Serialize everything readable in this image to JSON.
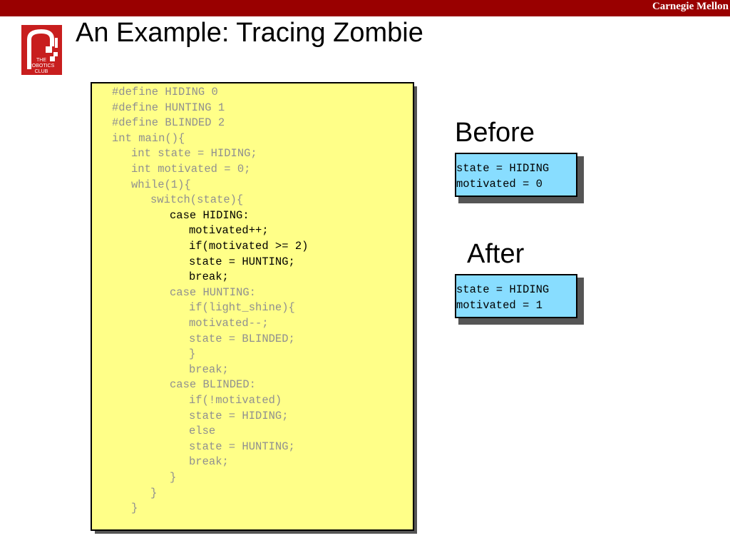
{
  "header": {
    "brand": "Carnegie Mellon",
    "bar_color": "#990000"
  },
  "logo": {
    "icon": "robotics-club-logo",
    "lines": [
      "THE",
      "ROBOTICS",
      "CLUB"
    ]
  },
  "slide": {
    "title": "An Example: Tracing Zombie"
  },
  "code": {
    "background": "#ffff88",
    "lines": [
      {
        "indent": 0,
        "text": "#define HIDING 0",
        "highlight": false
      },
      {
        "indent": 0,
        "text": "#define HUNTING 1",
        "highlight": false
      },
      {
        "indent": 0,
        "text": "#define BLINDED 2",
        "highlight": false
      },
      {
        "indent": 0,
        "text": "int main(){",
        "highlight": false
      },
      {
        "indent": 1,
        "text": "int state = HIDING;",
        "highlight": false
      },
      {
        "indent": 1,
        "text": "int motivated = 0;",
        "highlight": false
      },
      {
        "indent": 1,
        "text": "while(1){",
        "highlight": false
      },
      {
        "indent": 2,
        "text": "switch(state){",
        "highlight": false
      },
      {
        "indent": 3,
        "text": "case HIDING:",
        "highlight": true
      },
      {
        "indent": 4,
        "text": "motivated++;",
        "highlight": true
      },
      {
        "indent": 4,
        "text": "if(motivated >= 2)",
        "highlight": true
      },
      {
        "indent": 4,
        "text": "state = HUNTING;",
        "highlight": true
      },
      {
        "indent": 4,
        "text": "break;",
        "highlight": true
      },
      {
        "indent": 3,
        "text": "case HUNTING:",
        "highlight": false
      },
      {
        "indent": 4,
        "text": "if(light_shine){",
        "highlight": false
      },
      {
        "indent": 4,
        "text": "motivated--;",
        "highlight": false
      },
      {
        "indent": 4,
        "text": "state = BLINDED;",
        "highlight": false
      },
      {
        "indent": 4,
        "text": "}",
        "highlight": false
      },
      {
        "indent": 4,
        "text": "break;",
        "highlight": false
      },
      {
        "indent": 3,
        "text": "case BLINDED:",
        "highlight": false
      },
      {
        "indent": 4,
        "text": "if(!motivated)",
        "highlight": false
      },
      {
        "indent": 4,
        "text": "state = HIDING;",
        "highlight": false
      },
      {
        "indent": 4,
        "text": "else",
        "highlight": false
      },
      {
        "indent": 4,
        "text": "state = HUNTING;",
        "highlight": false
      },
      {
        "indent": 4,
        "text": "break;",
        "highlight": false
      },
      {
        "indent": 3,
        "text": "}",
        "highlight": false
      },
      {
        "indent": 2,
        "text": "}",
        "highlight": false
      },
      {
        "indent": 1,
        "text": "}",
        "highlight": false
      }
    ]
  },
  "before": {
    "label": "Before",
    "lines": [
      "state = HIDING",
      "motivated = 0"
    ]
  },
  "after": {
    "label": "After",
    "lines": [
      "state = HIDING",
      "motivated = 1"
    ]
  },
  "state_box_color": "#88ddff"
}
